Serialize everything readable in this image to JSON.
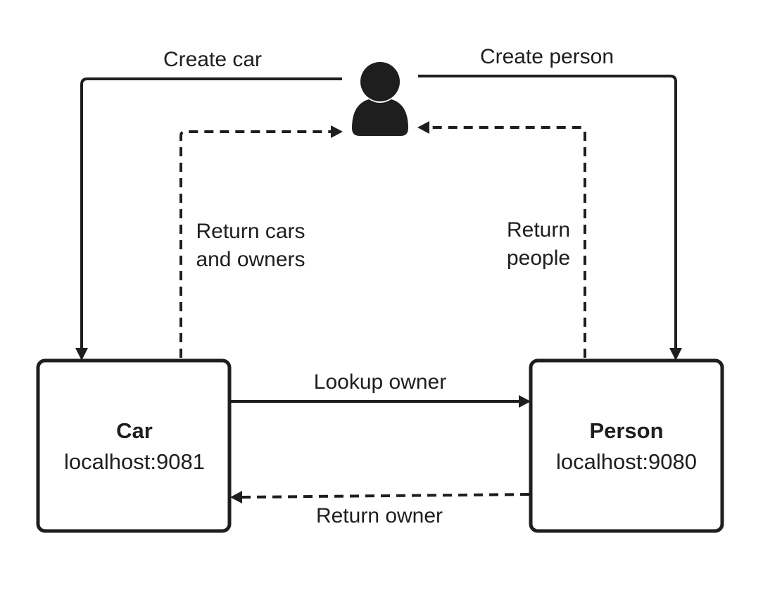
{
  "colors": {
    "ink": "#1e1e1e",
    "background": "#ffffff"
  },
  "actor": {
    "icon": "user-icon"
  },
  "nodes": {
    "car": {
      "title": "Car",
      "address": "localhost:9081"
    },
    "person": {
      "title": "Person",
      "address": "localhost:9080"
    }
  },
  "edges": {
    "create_car": {
      "label": "Create car",
      "style": "solid"
    },
    "create_person": {
      "label": "Create person",
      "style": "solid"
    },
    "return_cars": {
      "label_line1": "Return cars",
      "label_line2": "and owners",
      "style": "dashed"
    },
    "return_people": {
      "label_line1": "Return",
      "label_line2": "people",
      "style": "dashed"
    },
    "lookup_owner": {
      "label": "Lookup owner",
      "style": "solid"
    },
    "return_owner": {
      "label": "Return owner",
      "style": "dashed"
    }
  }
}
